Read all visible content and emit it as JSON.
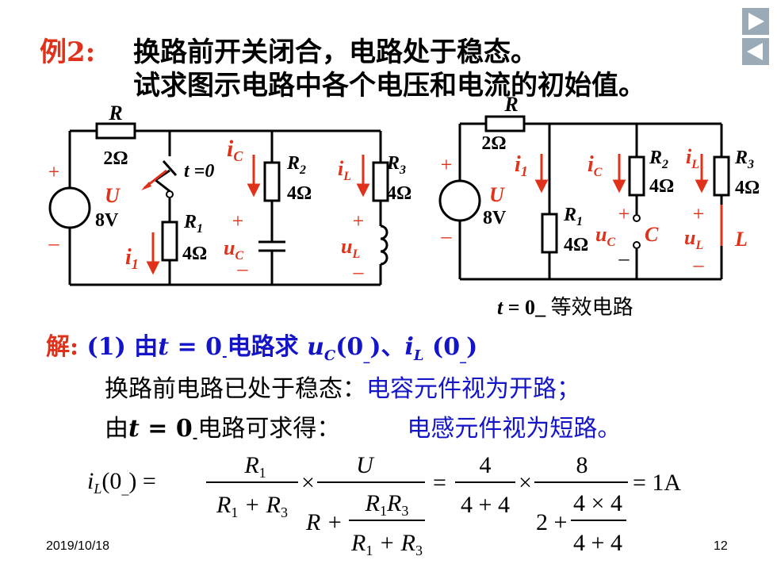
{
  "heading": {
    "example_label": "例2:",
    "line1": "换路前开关闭合，电路处于稳态。",
    "line2": "试求图示电路中各个电压和电流的初始值。"
  },
  "circuit_left": {
    "R": "R",
    "R_val": "2Ω",
    "source_U": "U",
    "source_val": "8V",
    "plus": "+",
    "minus": "–",
    "switch_label": "t =0",
    "iC": "i",
    "iC_sub": "C",
    "R2": "R",
    "R2_sub": "2",
    "R2_val": "4Ω",
    "iL": "i",
    "iL_sub": "L",
    "R3": "R",
    "R3_sub": "3",
    "R3_val": "4Ω",
    "R1": "R",
    "R1_sub": "1",
    "R1_val": "4Ω",
    "i1": "i",
    "i1_sub": "1",
    "uC": "u",
    "uC_sub": "C",
    "uL": "u",
    "uL_sub": "L"
  },
  "circuit_right": {
    "R": "R",
    "R_val": "2Ω",
    "source_U": "U",
    "source_val": "8V",
    "plus": "+",
    "minus": "–",
    "i1": "i",
    "i1_sub": "1",
    "iC": "i",
    "iC_sub": "C",
    "R2": "R",
    "R2_sub": "2",
    "R2_val": "4Ω",
    "iL": "i",
    "iL_sub": "L",
    "R3": "R",
    "R3_sub": "3",
    "R3_val": "4Ω",
    "R1": "R",
    "R1_sub": "1",
    "R1_val": "4Ω",
    "uC": "u",
    "uC_sub": "C",
    "C": "C",
    "uL": "u",
    "uL_sub": "L",
    "L": "L",
    "caption_t": "t",
    "caption_rest": " = 0",
    "caption_sub": "_",
    "caption_text": " 等效电路"
  },
  "solution": {
    "label": "解:",
    "step": " (1) 由",
    "t": "t",
    "eq0": " = 0",
    "minus_sub": "-",
    "text1": "电路求 ",
    "uC": "u",
    "uC_sub": "C",
    "arg1": "(0",
    "arg1_sub": "_",
    "arg1_end": ")、",
    "iL": "i",
    "iL_sub": "L",
    "arg2": " (0",
    "arg2_sub": "_",
    "arg2_end": ")",
    "line2_black": "换路前电路已处于稳态：",
    "line2_blue": "电容元件视为开路；",
    "line3_pre": "由",
    "line3_t": "t",
    "line3_eq": " = 0",
    "line3_sub": "-",
    "line3_black": "电路可求得：",
    "line3_blue": "电感元件视为短路。"
  },
  "formula": {
    "lhs": "i",
    "lhs_sub": "L",
    "lhs_arg": "(0",
    "lhs_arg_sub": "_",
    "lhs_end": ") =",
    "f1_num": "R",
    "f1_num_sub": "1",
    "f1_den": "R",
    "f1_den_sub1": "1",
    "f1_den_plus": " + R",
    "f1_den_sub2": "3",
    "times": "×",
    "f2_num": "U",
    "f2_den_R": "R +",
    "f2_inner_num": "R",
    "f2_inner_num_sub1": "1",
    "f2_inner_num_R": "R",
    "f2_inner_num_sub2": "3",
    "f2_inner_den": "R",
    "f2_inner_den_sub1": "1",
    "f2_inner_den_plus": " + R",
    "f2_inner_den_sub2": "3",
    "eq": "=",
    "f3_num": "4",
    "f3_den": "4 + 4",
    "f4_num": "8",
    "f4_den_a": "2 +",
    "f4_inner_num": "4 × 4",
    "f4_inner_den": "4 + 4",
    "result": "= 1A"
  },
  "footer": {
    "date": "2019/10/18",
    "page": "12"
  },
  "nav": {
    "next_icon": "play-right-icon",
    "prev_icon": "play-left-icon"
  },
  "colors": {
    "red": "#e0311a",
    "blue": "#1515c8",
    "nav_gray": "#9aaab6"
  }
}
